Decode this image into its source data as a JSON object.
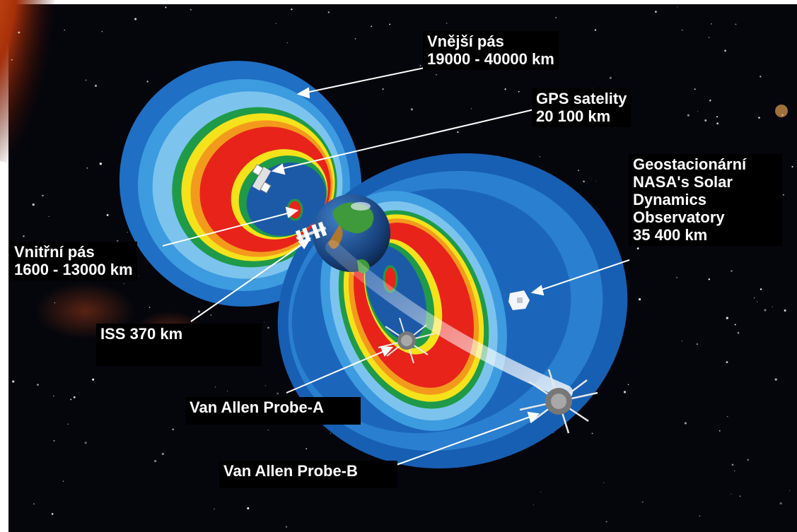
{
  "labels": {
    "outer_belt": {
      "line1": "Vnější pás",
      "line2": "19000 - 40000 km"
    },
    "gps": {
      "line1": "GPS satelity",
      "line2": "20 100 km"
    },
    "geo": {
      "line1": "Geostacionární",
      "line2": "NASA's Solar",
      "line3": "Dynamics",
      "line4": "Observatory",
      "line5": "35 400 km"
    },
    "inner_belt": {
      "line1": "Vnitřní pás",
      "line2": "1600 - 13000 km"
    },
    "iss": {
      "line1": "ISS 370 km"
    },
    "probe_a": {
      "line1": "Van Allen Probe-A"
    },
    "probe_b": {
      "line1": "Van Allen Probe-B"
    }
  },
  "colors": {
    "space": "#05060c",
    "sun": "#c8430c",
    "belt_dark_blue": "#1f6fc4",
    "belt_blue": "#3d9be0",
    "belt_light_blue": "#7cc4ee",
    "belt_green": "#1f9a48",
    "belt_yellow": "#f5e21a",
    "belt_orange": "#f39a1c",
    "belt_red": "#e8231a",
    "earth_ocean": "#1c4b86",
    "earth_land": "#3e9a3a",
    "label_bg": "#000000",
    "label_text": "#ffffff"
  }
}
